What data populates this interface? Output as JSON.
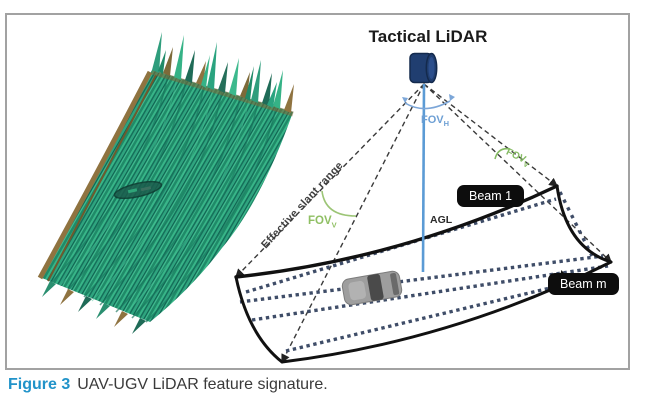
{
  "caption": {
    "label": "Figure 3",
    "text": "UAV-UGV LiDAR feature signature."
  },
  "diagram": {
    "title": "Tactical LiDAR",
    "fov_h": {
      "text": "FOV",
      "sub": "H"
    },
    "fov_v_left": {
      "text": "FOV",
      "sub": "V"
    },
    "fov_v_right": {
      "text": "FOV",
      "sub": "V"
    },
    "slant_range_label": "Effective slant range",
    "agl_label": "AGL",
    "beam_first_label": "Beam 1",
    "beam_last_label": "Beam m",
    "colors": {
      "agl_line_blue": "#5b9bd5",
      "fov_h_blue": "#6d9fd4",
      "fov_v_green": "#8fbf63",
      "dashed_line": "#3a3a3a",
      "beam_dot_navy": "#3f4d68",
      "cylinder_navy": "#203e70",
      "callout_bg": "#0d0d0d",
      "caption_blue": "#2193c9",
      "border_gray": "#a2a2a2"
    }
  },
  "pointcloud": {
    "colors": {
      "greens": [
        "#2ca078",
        "#38b588",
        "#1f8a68",
        "#15705a"
      ],
      "browns": [
        "#8f7340",
        "#7d6a39",
        "#6e5a2e"
      ]
    }
  }
}
